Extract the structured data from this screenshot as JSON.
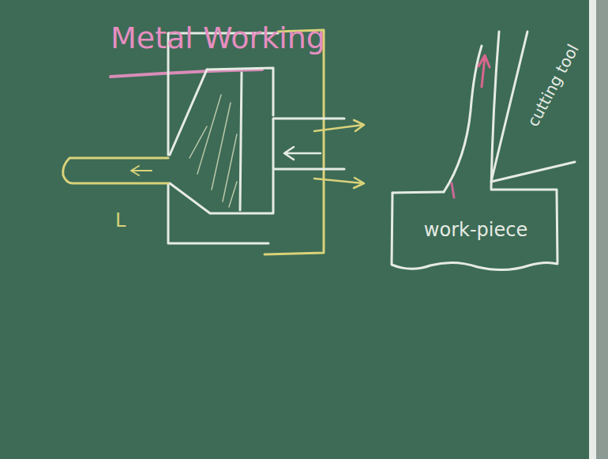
{
  "diagram": {
    "title": "Metal Working",
    "nodes": [
      {
        "text": [
          "work-piece"
        ]
      }
    ],
    "labels": [
      "L",
      "cutting tool"
    ]
  }
}
